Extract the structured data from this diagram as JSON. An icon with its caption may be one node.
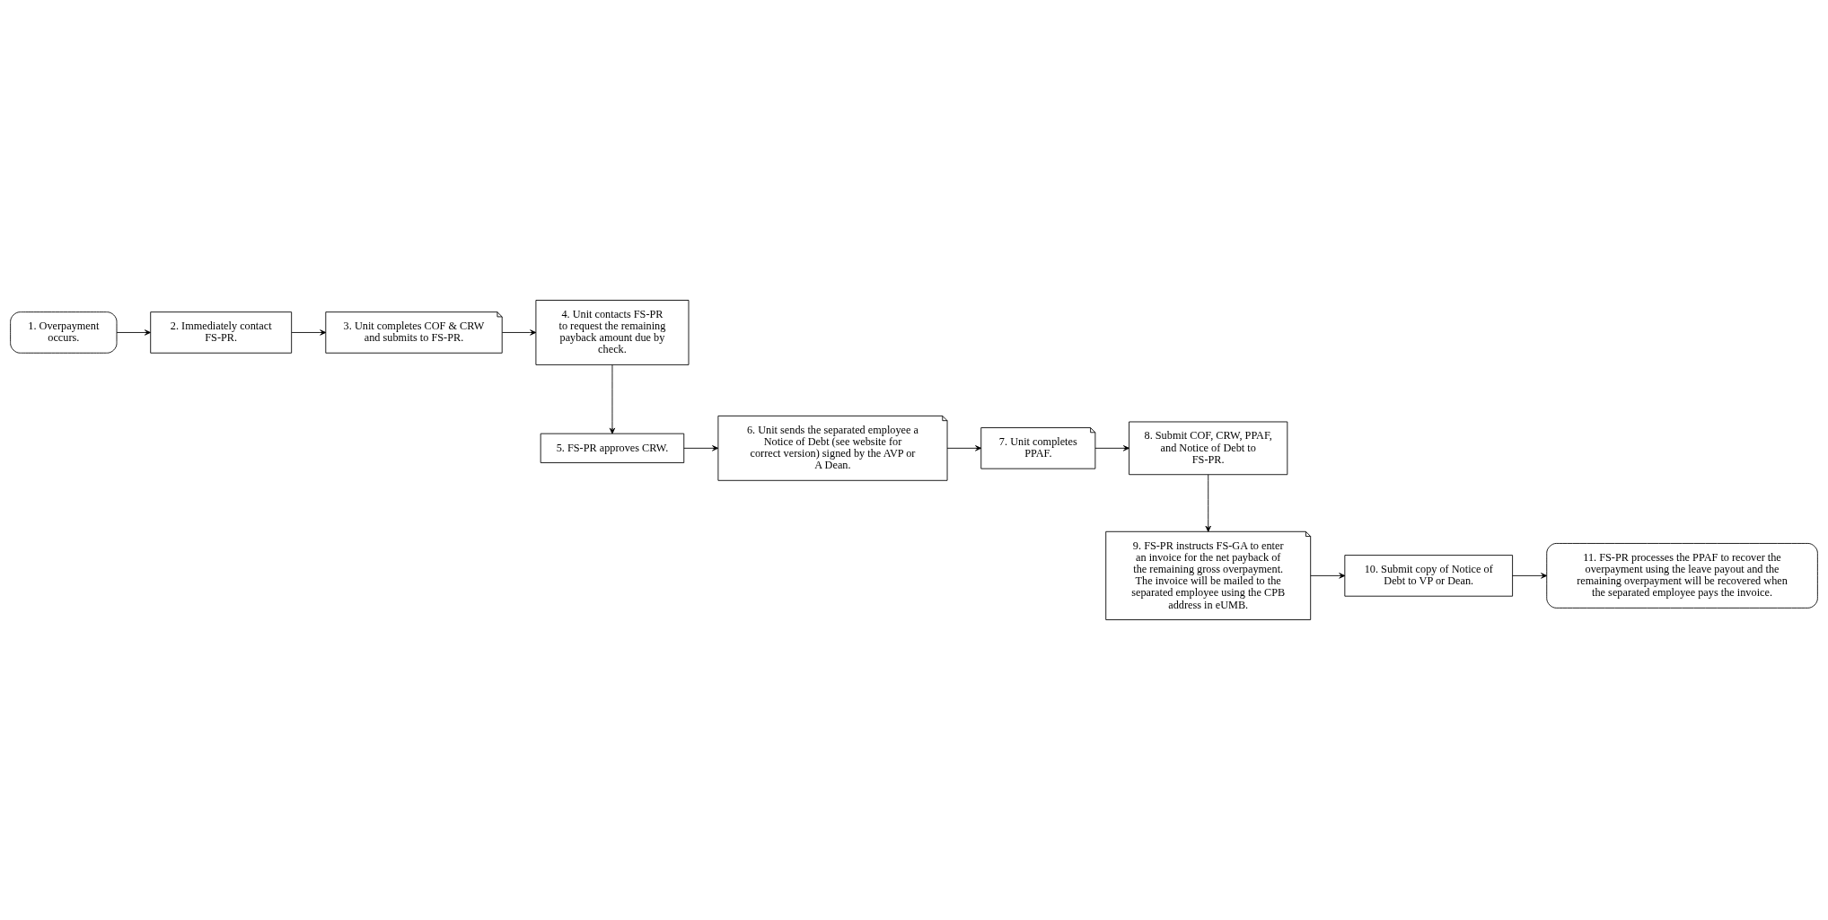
{
  "diagram": {
    "nodes": [
      {
        "text": [
          "1. Overpayment occurs."
        ]
      },
      {
        "text": [
          "2. Immediately contact FS-PR."
        ]
      },
      {
        "text": [
          "3. Unit completes COF & CRW and submits to FS-PR."
        ]
      },
      {
        "text": [
          "4. Unit contacts FS-PR to request the remaining payback amount due by check."
        ]
      },
      {
        "text": [
          "5. FS-PR approves CRW."
        ]
      },
      {
        "text": [
          "6. Unit sends the separated employee a Notice of Debt (see website for correct version) signed by the AVP or A Dean."
        ]
      },
      {
        "text": [
          "7. Unit completes PPAF."
        ]
      },
      {
        "text": [
          "8. Submit COF, CRW, PPAF, and Notice of Debt to FS-PR."
        ]
      },
      {
        "text": [
          "9. FS-PR instructs FS-GA to enter an invoice for the net payback of the remaining gross overpayment. The invoice will be mailed to the separated employee using the CPB address in eUMB."
        ]
      },
      {
        "text": [
          "10. Submit copy of Notice of Debt to VP or Dean."
        ]
      },
      {
        "text": [
          "11. FS-PR processes the PPAF to recover the overpayment using the leave payout and the remaining overpayment will be recovered when the separated employee pays the invoice."
        ]
      }
    ],
    "edges": [
      {
        "from": 0,
        "to": 1,
        "arrow": "to"
      },
      {
        "from": 1,
        "to": 2,
        "arrow": "to"
      },
      {
        "from": 2,
        "to": 3,
        "arrow": "to"
      },
      {
        "from": 3,
        "to": 4,
        "arrow": "to"
      },
      {
        "from": 4,
        "to": 5,
        "arrow": "to"
      },
      {
        "from": 5,
        "to": 6,
        "arrow": "to"
      },
      {
        "from": 6,
        "to": 7,
        "arrow": "to"
      },
      {
        "from": 7,
        "to": 8,
        "arrow": "to"
      },
      {
        "from": 8,
        "to": 9,
        "arrow": "to"
      },
      {
        "from": 9,
        "to": 10,
        "arrow": "to"
      }
    ]
  }
}
